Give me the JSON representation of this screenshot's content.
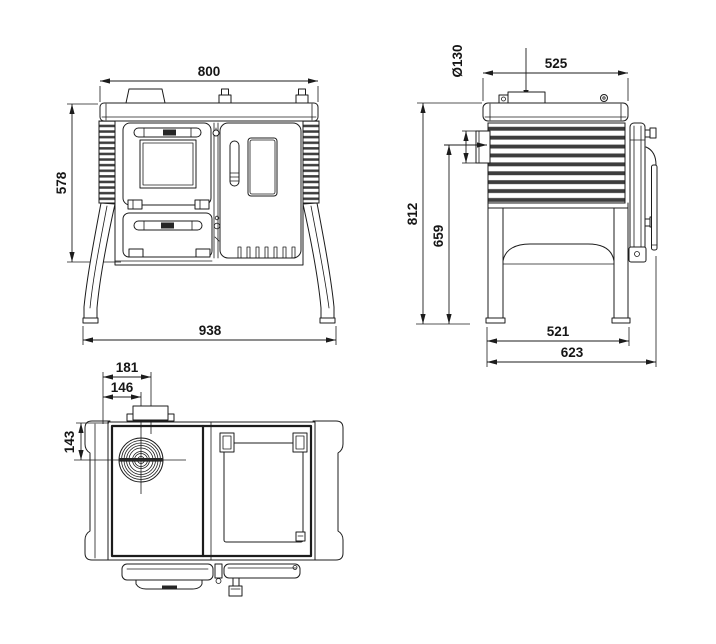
{
  "colors": {
    "background": "#ffffff",
    "line": "#1c1c1c"
  },
  "views": {
    "front": {
      "dims": {
        "top_width": "800",
        "height": "578",
        "base_width": "938"
      }
    },
    "side": {
      "dims": {
        "top_depth": "525",
        "flue_diameter": "Ø130",
        "overall_height": "812",
        "inner_height": "659",
        "leg_span": "521",
        "overall_depth": "623"
      }
    },
    "top": {
      "dims": {
        "flue_offset": "181",
        "burner_offset": "146",
        "burner_depth": "143"
      }
    }
  }
}
